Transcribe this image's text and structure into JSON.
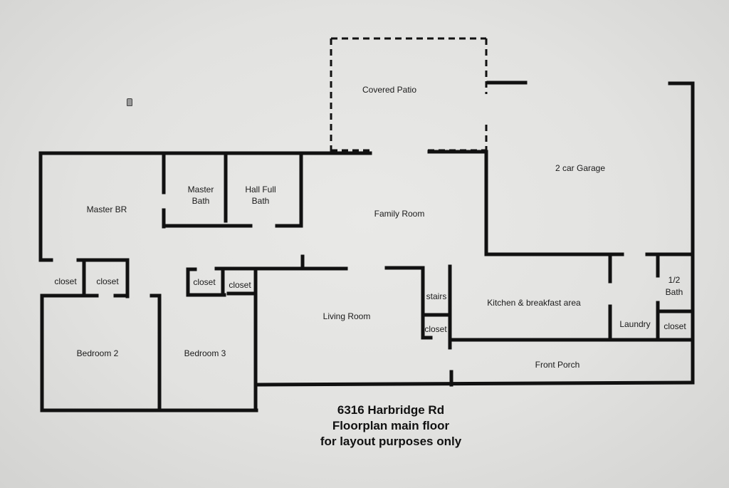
{
  "rooms": {
    "covered_patio": "Covered Patio",
    "garage": "2 car Garage",
    "master_br": "Master BR",
    "master_bath": "Master\nBath",
    "hall_full_bath": "Hall Full\nBath",
    "family_room": "Family Room",
    "closet_1": "closet",
    "closet_2": "closet",
    "closet_3": "closet",
    "closet_4": "closet",
    "closet_5": "closet",
    "closet_6": "closet",
    "stairs": "stairs",
    "kitchen": "Kitchen & breakfast area",
    "half_bath": "1/2\nBath",
    "laundry": "Laundry",
    "living_room": "Living Room",
    "bedroom_2": "Bedroom 2",
    "bedroom_3": "Bedroom 3",
    "front_porch": "Front Porch"
  },
  "caption": {
    "line1": "6316 Harbridge Rd",
    "line2": "Floorplan main floor",
    "line3": "for layout purposes only"
  }
}
